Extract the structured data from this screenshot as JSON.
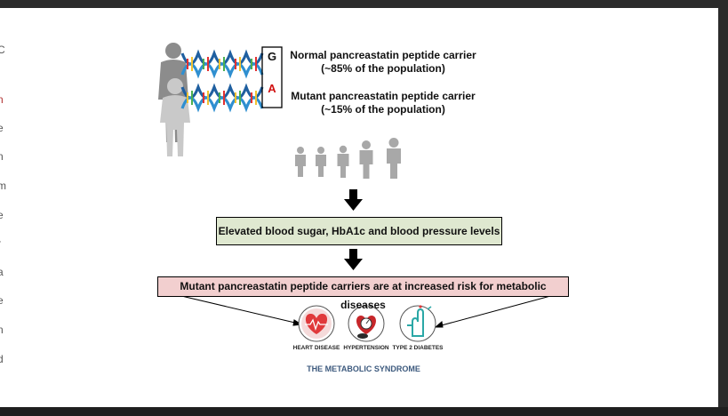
{
  "left_strip_letters": [
    "C",
    "n",
    "e",
    "n",
    "m",
    "e",
    "r",
    "a",
    "e",
    "n",
    "d"
  ],
  "dna": {
    "base_top": "G",
    "base_bottom": "A",
    "base_top_color": "#111111",
    "base_bottom_color": "#d01010"
  },
  "carrier_normal": {
    "line1": "Normal pancreastatin peptide carrier",
    "line2": "(~85% of the population)"
  },
  "carrier_mutant": {
    "line1": "Mutant pancreastatin peptide carrier",
    "line2": "(~15% of the population)"
  },
  "effect_box": "Elevated blood sugar, HbA1c and blood pressure levels",
  "risk_box": "Mutant pancreastatin peptide carriers are at increased risk for metabolic diseases",
  "diseases": [
    {
      "label": "HEART DISEASE",
      "icon": "heart-disease-icon"
    },
    {
      "label": "HYPERTENSION",
      "icon": "hypertension-icon"
    },
    {
      "label": "TYPE 2 DIABETES",
      "icon": "finger-prick-icon"
    }
  ],
  "footer": "THE METABOLIC SYNDROME",
  "colors": {
    "effect_box_fill": "#dfe8d0",
    "risk_box_fill": "#f2cfcf",
    "icon_red": "#e0393b",
    "icon_teal": "#2aa7a6",
    "person_gray": "#a8a8a8",
    "footer_blue": "#3d5a7e"
  }
}
